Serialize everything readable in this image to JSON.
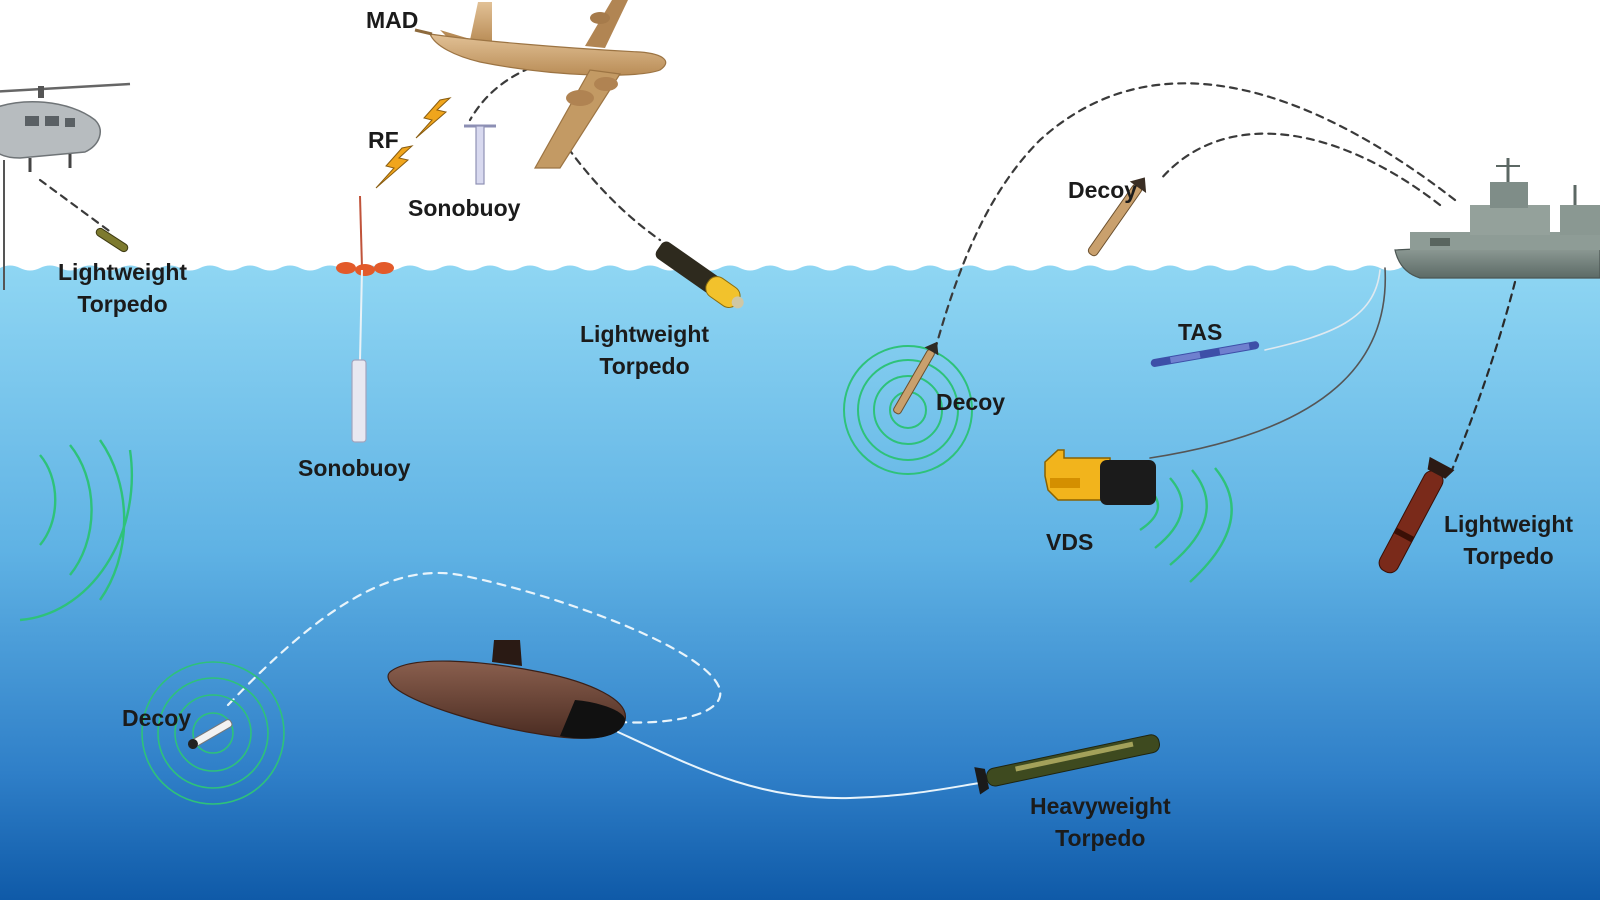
{
  "labels": {
    "mad": "MAD",
    "rf": "RF",
    "sonobuoy_air": "Sonobuoy",
    "sonobuoy_sub": "Sonobuoy",
    "lwt_heli": [
      "Lightweight",
      "Torpedo"
    ],
    "lwt_plane": [
      "Lightweight",
      "Torpedo"
    ],
    "lwt_ship": [
      "Lightweight",
      "Torpedo"
    ],
    "decoy_air": "Decoy",
    "decoy_mid": "Decoy",
    "decoy_deep": "Decoy",
    "tas": "TAS",
    "vds": "VDS",
    "hwt": [
      "Heavyweight",
      "Torpedo"
    ]
  },
  "icons": [
    "helicopter-icon",
    "patrol-aircraft-icon",
    "warship-icon",
    "submarine-icon",
    "torpedo-icon",
    "sonobuoy-icon",
    "decoy-icon",
    "vds-icon",
    "towed-array-icon",
    "sonar-wave-icon",
    "rf-signal-icon"
  ],
  "colors": {
    "sky": "#ffffff",
    "water_top": "#8fd6f3",
    "water_mid": "#4ea4dc",
    "water_bottom": "#0f5aa8",
    "sonar_wave": "#2ec27a",
    "torpedo_heli": "#7d7a2e",
    "torpedo_plane": "#f2c22c",
    "torpedo_ship": "#7a2a1a",
    "torpedo_heavy": "#3e4a1f",
    "vds": "#f2b41c",
    "submarine": "#6b4537",
    "aircraft": "#c9a371",
    "ship": "#7c8a84"
  }
}
